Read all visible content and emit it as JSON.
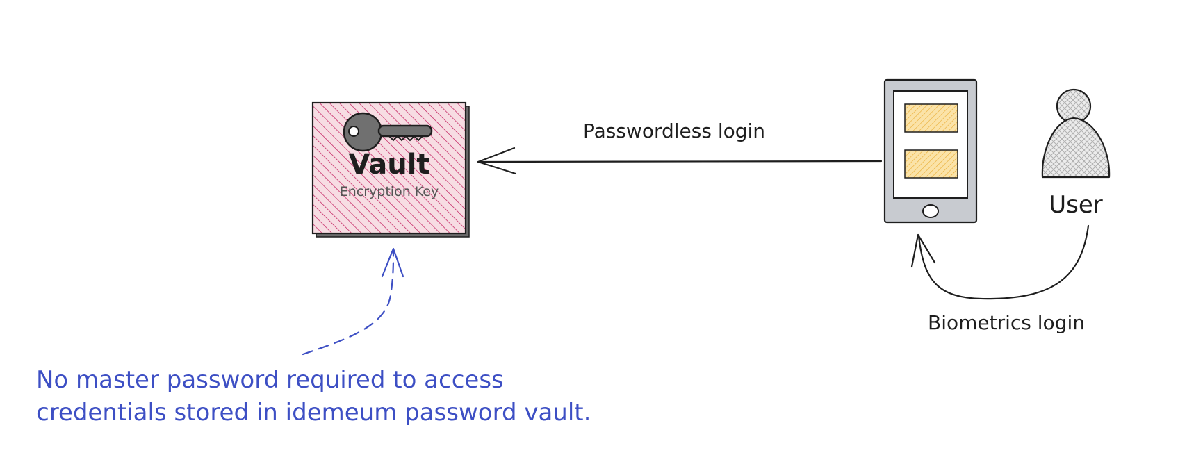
{
  "vault": {
    "title": "Vault",
    "subtitle": "Encryption Key",
    "icon": "key-icon",
    "fill_color": "#e8b4c0",
    "hatch_color": "#c2185b"
  },
  "device": {
    "icon": "smartphone-icon",
    "panel_color": "#f5c56b"
  },
  "user": {
    "label": "User",
    "icon": "user-icon"
  },
  "edges": {
    "passwordless": "Passwordless login",
    "biometrics": "Biometrics login"
  },
  "note": {
    "line1": "No master password required to access",
    "line2": "credentials stored in idemeum password vault.",
    "color": "#3d4fc4"
  }
}
